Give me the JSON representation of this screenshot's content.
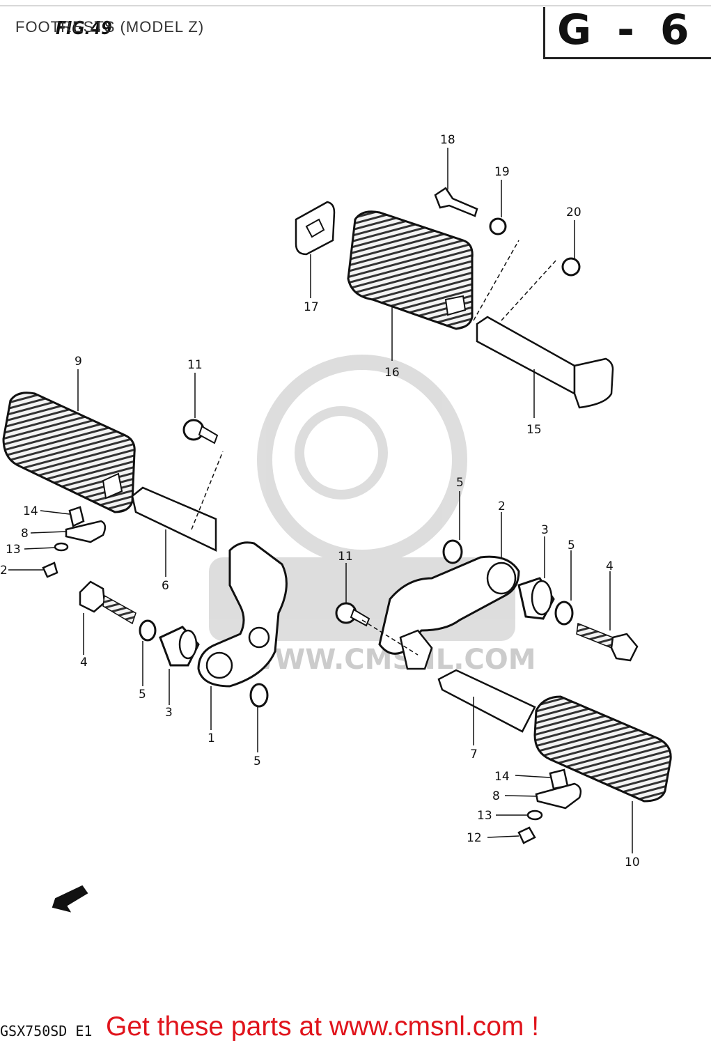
{
  "header": {
    "title": "FOOTRESTS (MODEL Z)",
    "fig_label": "FIG.49",
    "section_code": "G - 6"
  },
  "watermark": {
    "text": "WWW.CMSNL.COM",
    "logo": "cms"
  },
  "callouts": [
    {
      "id": "c18",
      "label": "18"
    },
    {
      "id": "c19",
      "label": "19"
    },
    {
      "id": "c20",
      "label": "20"
    },
    {
      "id": "c17",
      "label": "17"
    },
    {
      "id": "c16",
      "label": "16"
    },
    {
      "id": "c15",
      "label": "15"
    },
    {
      "id": "c9",
      "label": "9"
    },
    {
      "id": "c11a",
      "label": "11"
    },
    {
      "id": "c14a",
      "label": "14"
    },
    {
      "id": "c8a",
      "label": "8"
    },
    {
      "id": "c13a",
      "label": "13"
    },
    {
      "id": "c2a",
      "label": "2"
    },
    {
      "id": "c6",
      "label": "6"
    },
    {
      "id": "c4a",
      "label": "4"
    },
    {
      "id": "c5a",
      "label": "5"
    },
    {
      "id": "c3a",
      "label": "3"
    },
    {
      "id": "c1",
      "label": "1"
    },
    {
      "id": "c5b",
      "label": "5"
    },
    {
      "id": "c5c",
      "label": "5"
    },
    {
      "id": "c2b",
      "label": "2"
    },
    {
      "id": "c3b",
      "label": "3"
    },
    {
      "id": "c5d",
      "label": "5"
    },
    {
      "id": "c4b",
      "label": "4"
    },
    {
      "id": "c11b",
      "label": "11"
    },
    {
      "id": "c7",
      "label": "7"
    },
    {
      "id": "c14b",
      "label": "14"
    },
    {
      "id": "c8b",
      "label": "8"
    },
    {
      "id": "c13b",
      "label": "13"
    },
    {
      "id": "c12",
      "label": "12"
    },
    {
      "id": "c10",
      "label": "10"
    }
  ],
  "footer": {
    "model_code": "GSX750SD E1",
    "link_text": "Get these parts at www.cmsnl.com !"
  }
}
